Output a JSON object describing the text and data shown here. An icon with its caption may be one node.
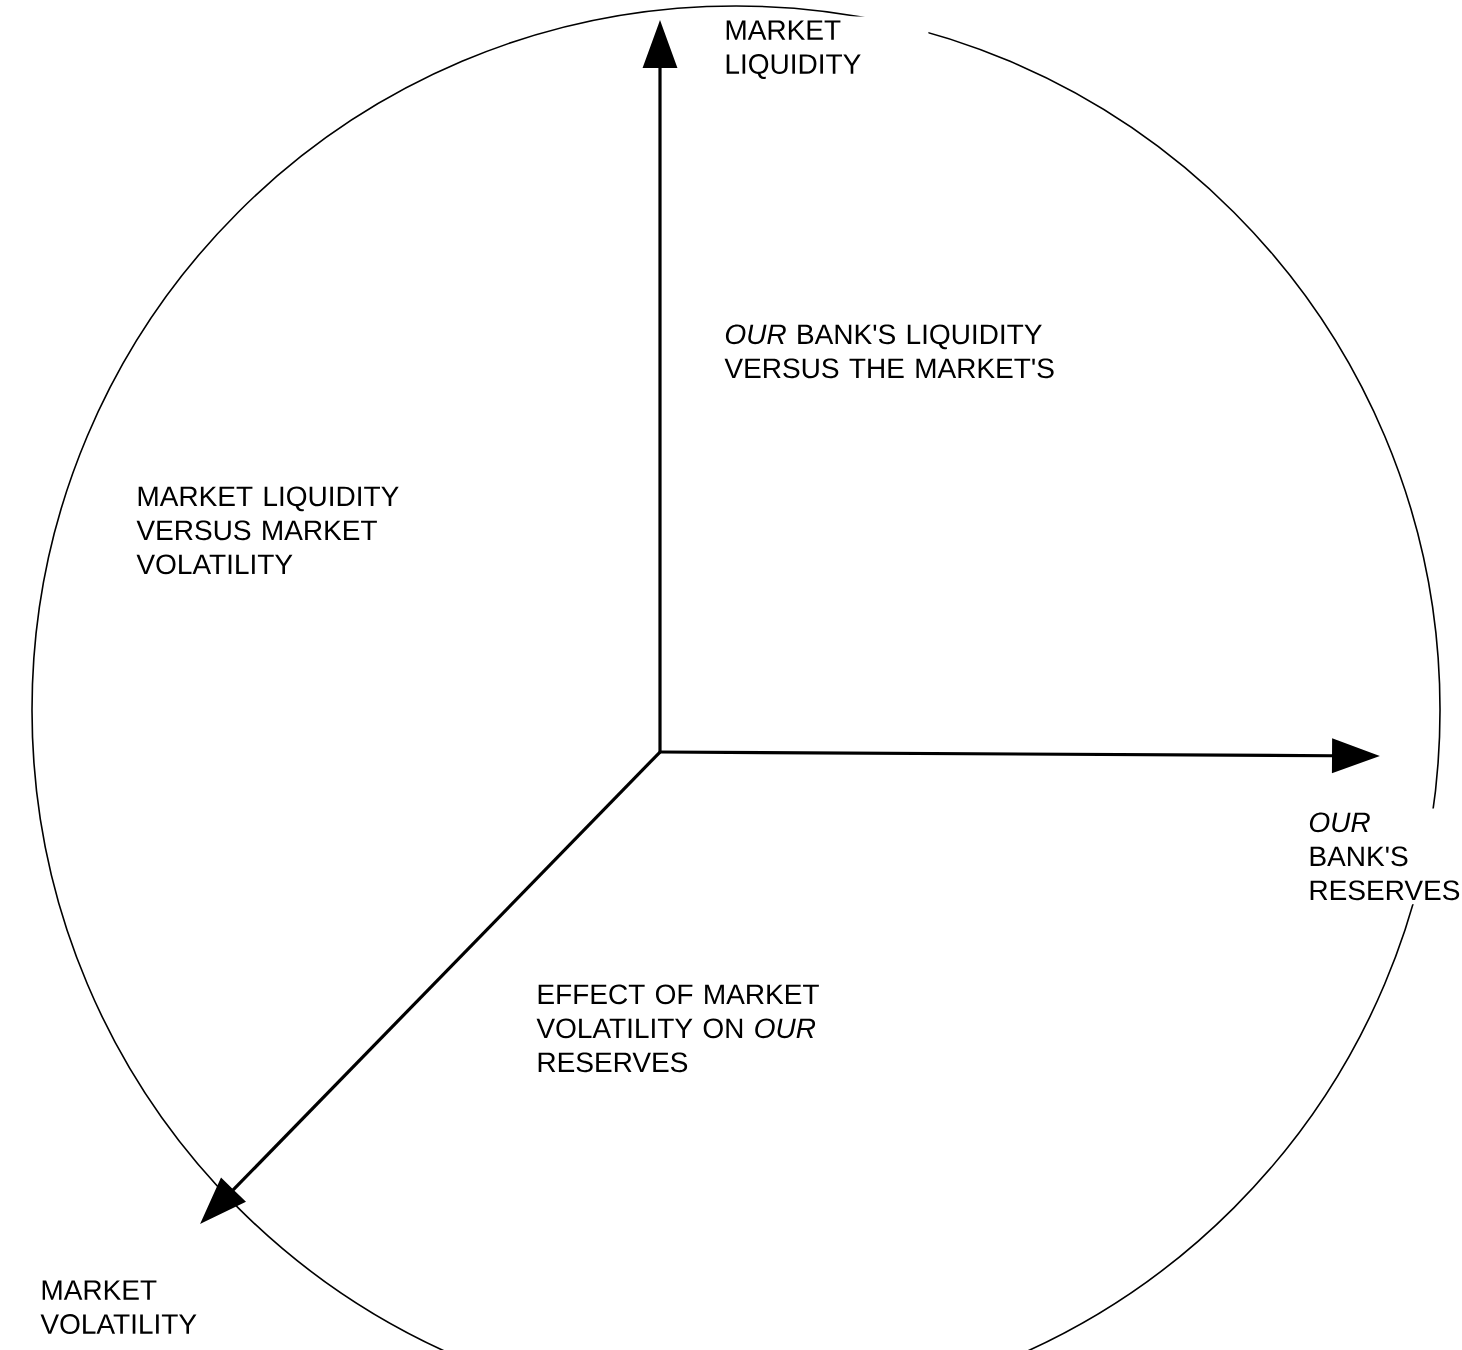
{
  "diagram": {
    "nodes": [
      {
        "text": [
          "MARKET LIQUIDITY"
        ]
      },
      {
        "text": [
          "*OUR* BANK'S RESERVES"
        ]
      },
      {
        "text": [
          "MARKET VOLATILITY"
        ]
      }
    ],
    "edges": [
      {
        "from": null,
        "to": 0,
        "arrow": "to"
      },
      {
        "from": null,
        "to": 1,
        "arrow": "to"
      },
      {
        "from": null,
        "to": 2,
        "arrow": "to"
      }
    ],
    "labels": [
      "*OUR* BANK'S LIQUIDITY VERSUS THE MARKET'S",
      "MARKET LIQUIDITY VERSUS MARKET VOLATILITY",
      "EFFECT OF MARKET VOLATILITY ON *OUR* RESERVES"
    ]
  }
}
